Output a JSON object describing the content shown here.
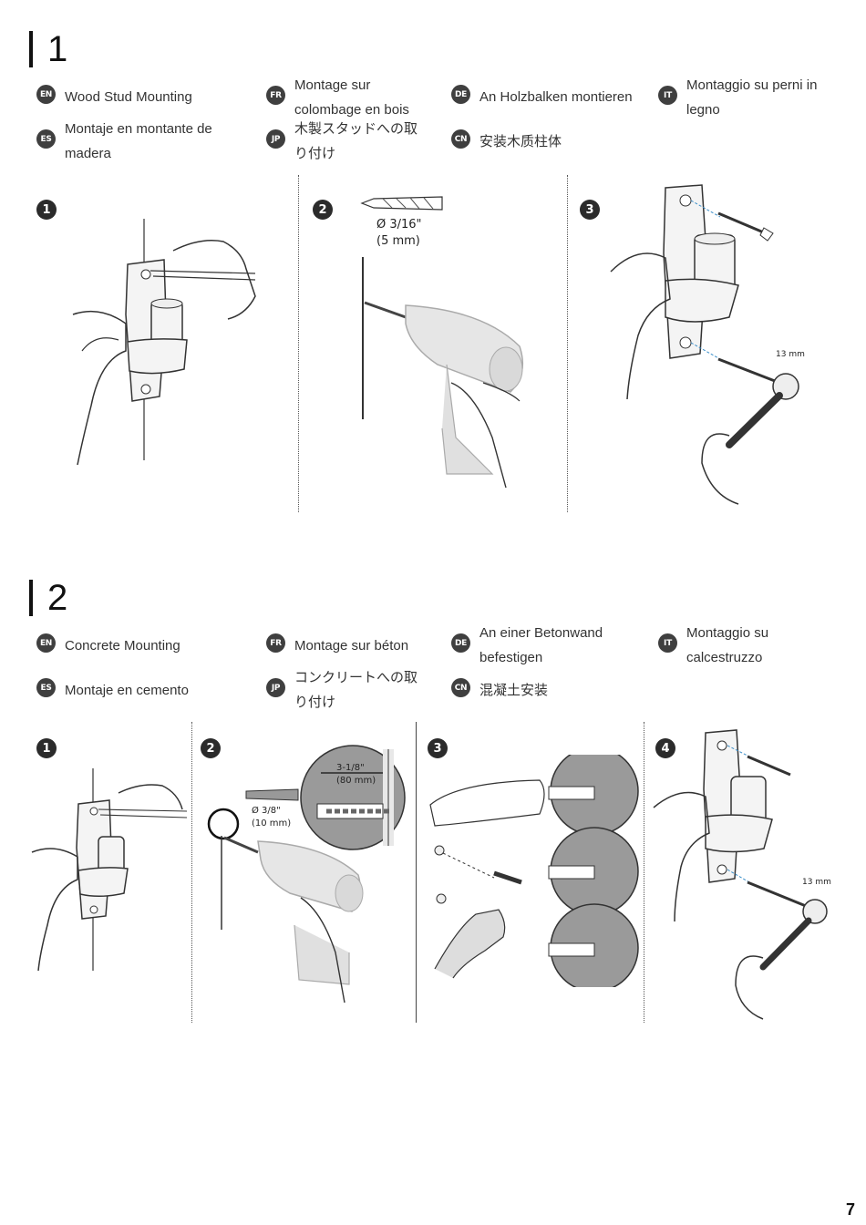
{
  "sections": [
    {
      "number": "1",
      "labels": {
        "EN": "Wood Stud Mounting",
        "FR": "Montage sur colombage en bois",
        "DE": "An Holzbalken montieren",
        "IT": "Montaggio su perni in legno",
        "ES": "Montaje en montante de madera",
        "JP": "木製スタッドへの取り付け",
        "CN": "安装木质柱体"
      },
      "steps": [
        "1",
        "2",
        "3"
      ],
      "step2_drill_size": "Ø 3/16\"",
      "step2_drill_mm": "(5 mm)",
      "step3_wrench": "13 mm"
    },
    {
      "number": "2",
      "labels": {
        "EN": "Concrete Mounting",
        "FR": "Montage sur béton",
        "DE": "An einer Betonwand befestigen",
        "IT": "Montaggio su calcestruzzo",
        "ES": "Montaje en cemento",
        "JP": "コンクリートへの取り付け",
        "CN": "混凝土安装"
      },
      "steps": [
        "1",
        "2",
        "3",
        "4"
      ],
      "step2_depth": "3-1/8\"",
      "step2_depth_mm": "(80 mm)",
      "step2_drill_size": "Ø 3/8\"",
      "step2_drill_mm": "(10 mm)",
      "step4_wrench": "13 mm"
    }
  ],
  "badges": {
    "EN": "EN",
    "FR": "FR",
    "DE": "DE",
    "IT": "IT",
    "ES": "ES",
    "JP": "JP",
    "CN": "CN"
  },
  "page_number": "7"
}
